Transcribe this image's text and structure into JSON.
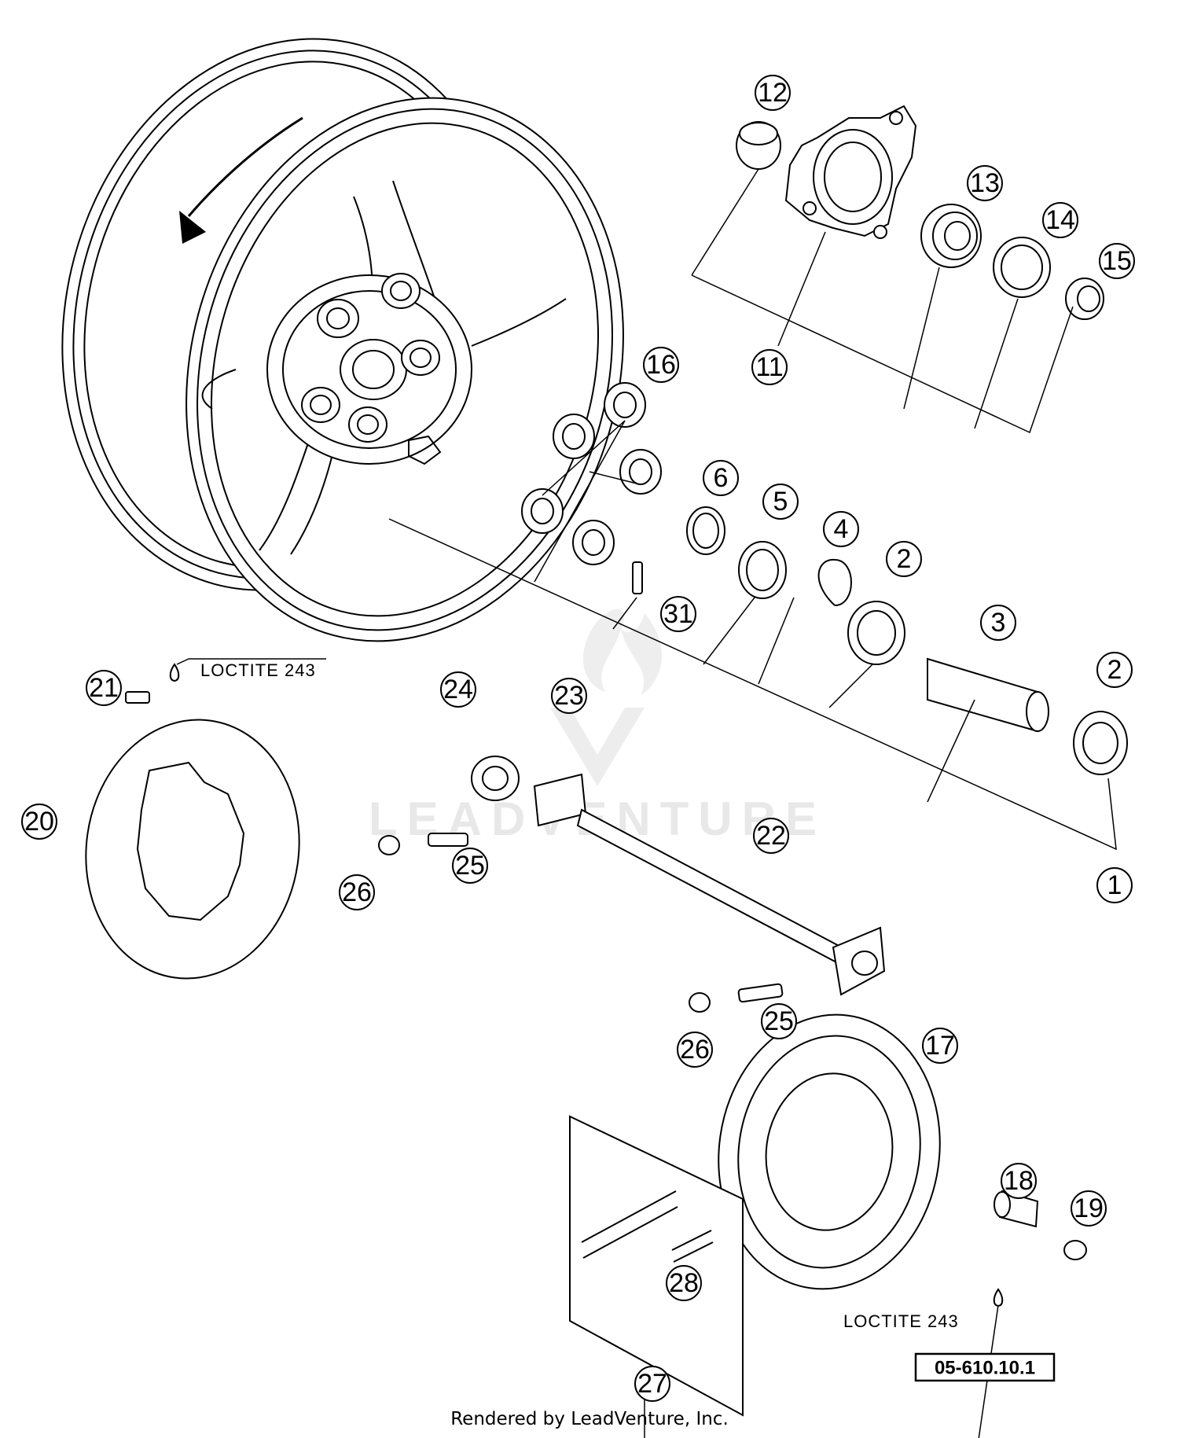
{
  "callouts": [
    {
      "id": "1",
      "label": "1"
    },
    {
      "id": "2a",
      "label": "2"
    },
    {
      "id": "2b",
      "label": "2"
    },
    {
      "id": "3",
      "label": "3"
    },
    {
      "id": "4",
      "label": "4"
    },
    {
      "id": "5",
      "label": "5"
    },
    {
      "id": "6",
      "label": "6"
    },
    {
      "id": "11",
      "label": "11"
    },
    {
      "id": "12",
      "label": "12"
    },
    {
      "id": "13",
      "label": "13"
    },
    {
      "id": "14",
      "label": "14"
    },
    {
      "id": "15",
      "label": "15"
    },
    {
      "id": "16",
      "label": "16"
    },
    {
      "id": "17",
      "label": "17"
    },
    {
      "id": "18",
      "label": "18"
    },
    {
      "id": "19",
      "label": "19"
    },
    {
      "id": "20",
      "label": "20"
    },
    {
      "id": "21",
      "label": "21"
    },
    {
      "id": "22",
      "label": "22"
    },
    {
      "id": "23",
      "label": "23"
    },
    {
      "id": "24",
      "label": "24"
    },
    {
      "id": "25a",
      "label": "25"
    },
    {
      "id": "25b",
      "label": "25"
    },
    {
      "id": "26a",
      "label": "26"
    },
    {
      "id": "26b",
      "label": "26"
    },
    {
      "id": "27",
      "label": "27"
    },
    {
      "id": "28",
      "label": "28"
    },
    {
      "id": "31",
      "label": "31"
    }
  ],
  "notes": {
    "loctite_top": "LOCTITE 243",
    "loctite_bottom": "LOCTITE 243"
  },
  "reference_code": "05-610.10.1",
  "footer": "Rendered by LeadVenture, Inc.",
  "watermark": "LEADVENTURE"
}
